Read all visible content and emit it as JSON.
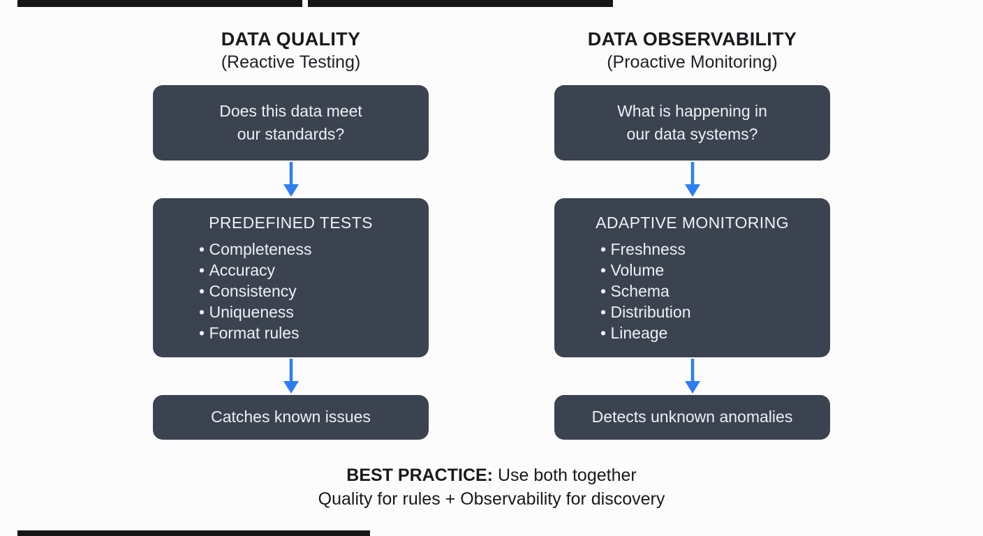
{
  "columns": [
    {
      "title": "DATA QUALITY",
      "subtitle": "(Reactive Testing)",
      "question_line1": "Does this data meet",
      "question_line2": "our standards?",
      "method_title": "PREDEFINED TESTS",
      "method_items": [
        "Completeness",
        "Accuracy",
        "Consistency",
        "Uniqueness",
        "Format rules"
      ],
      "outcome": "Catches known issues"
    },
    {
      "title": "DATA OBSERVABILITY",
      "subtitle": "(Proactive Monitoring)",
      "question_line1": "What is happening in",
      "question_line2": "our data systems?",
      "method_title": "ADAPTIVE MONITORING",
      "method_items": [
        "Freshness",
        "Volume",
        "Schema",
        "Distribution",
        "Lineage"
      ],
      "outcome": "Detects unknown anomalies"
    }
  ],
  "footer": {
    "lead": "BEST PRACTICE:",
    "line1_rest": " Use both together",
    "line2": "Quality for rules + Observability for discovery"
  },
  "colors": {
    "background": "#fcfcfc",
    "box_bg": "#3b4250",
    "box_text": "#eef1f4",
    "arrow": "#2e7ef2",
    "edge_artifact": "#161616"
  }
}
